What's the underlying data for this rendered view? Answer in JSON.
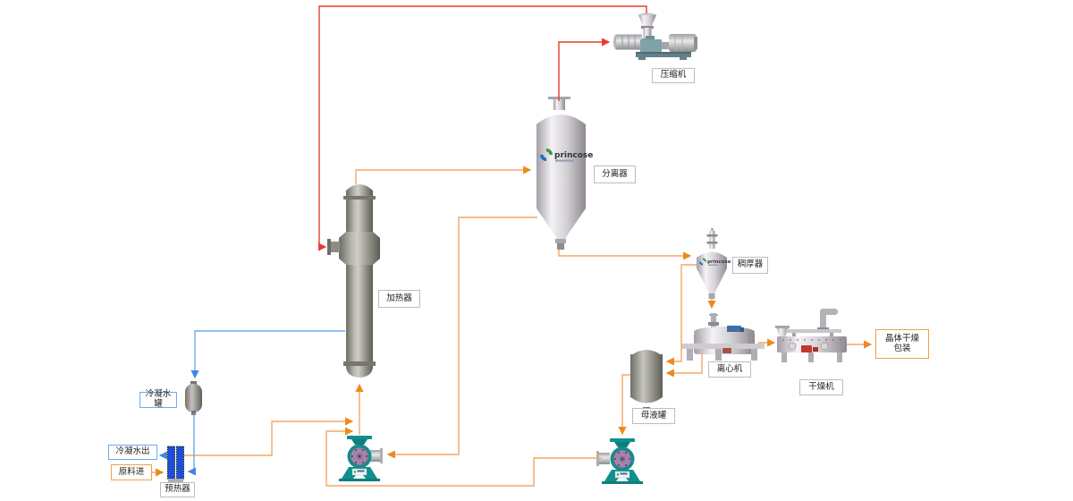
{
  "page": {
    "background": "#ffffff"
  },
  "brand": {
    "name": "princose"
  },
  "labels": {
    "compressor": "压缩机",
    "separator": "分离器",
    "heater": "加热器",
    "thickener": "稠厚器",
    "centrifuge": "离心机",
    "dryer": "干燥机",
    "mother_liquor_tank": "母液罐",
    "condensate_tank": "冷凝水罐",
    "condensate_out": "冷凝水出",
    "feed_in": "原料进",
    "preheater": "预热器",
    "crystal_packaging_line1": "晶体干燥",
    "crystal_packaging_line2": "包装"
  },
  "colors": {
    "vapor_line": "#e73b30",
    "process_line": "#f3a765",
    "process_arrow": "#ee8a1e",
    "condensate_line": "#6ea9f3",
    "label_border_default": "#bdbdbd",
    "label_border_condensate": "#6ea9f3",
    "label_border_feed": "#f0a050",
    "pump_color": "#0f8f8d",
    "preheater_plate": "#1d4fd6",
    "brand_green": "#2f9e44",
    "brand_blue": "#1b6ec2"
  }
}
